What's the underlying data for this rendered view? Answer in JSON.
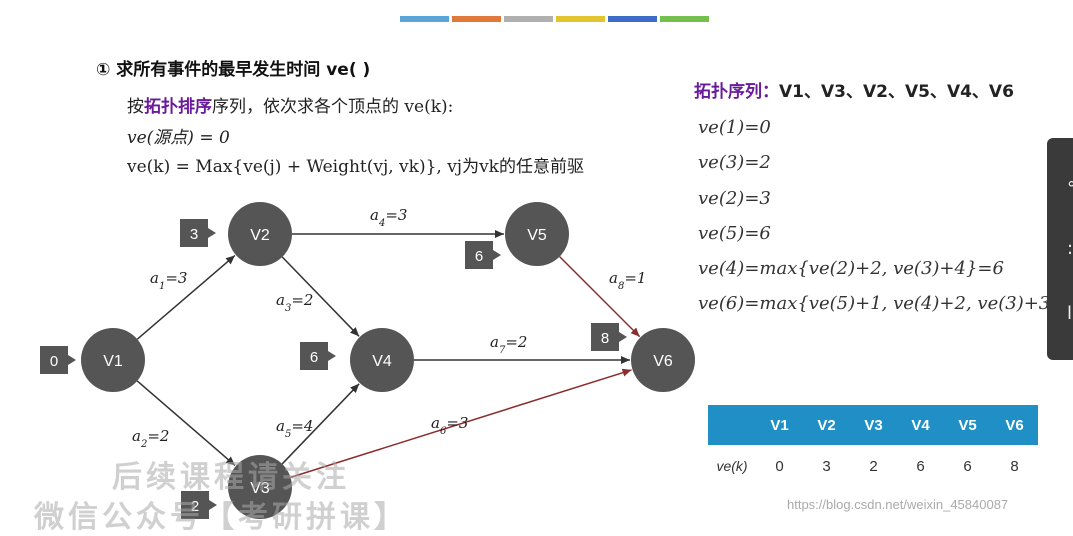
{
  "topbar_colors": [
    "#5ba4d8",
    "#e07a3a",
    "#b0b0b0",
    "#e2c42e",
    "#3d6bc7",
    "#74c04c"
  ],
  "heading": "① 求所有事件的最早发生时间 ve( )",
  "intro": {
    "prefix": "按",
    "highlight": "拓扑排序",
    "suffix": "序列，依次求各个顶点的 ve(k):"
  },
  "formula_source": "ve(源点) = 0",
  "formula_general": "ve(k) = Max{ve(j) + Weight(vj, vk)},    vj为vk的任意前驱",
  "graph": {
    "nodes": [
      {
        "id": "V1",
        "ve": "0"
      },
      {
        "id": "V2",
        "ve": "3"
      },
      {
        "id": "V3",
        "ve": "2"
      },
      {
        "id": "V4",
        "ve": "6"
      },
      {
        "id": "V5",
        "ve": "6"
      },
      {
        "id": "V6",
        "ve": "8"
      }
    ],
    "edges": [
      {
        "from": "V1",
        "to": "V2",
        "label": "a1=3"
      },
      {
        "from": "V1",
        "to": "V3",
        "label": "a2=2"
      },
      {
        "from": "V2",
        "to": "V4",
        "label": "a3=2"
      },
      {
        "from": "V2",
        "to": "V5",
        "label": "a4=3"
      },
      {
        "from": "V3",
        "to": "V4",
        "label": "a5=4"
      },
      {
        "from": "V3",
        "to": "V6",
        "label": "a6=3"
      },
      {
        "from": "V4",
        "to": "V6",
        "label": "a7=2"
      },
      {
        "from": "V5",
        "to": "V6",
        "label": "a8=1"
      }
    ]
  },
  "topo": {
    "label": "拓扑序列：",
    "sequence": "V1、V3、V2、V5、V4、V6"
  },
  "ve_steps": [
    "ve(1)=0",
    "ve(3)=2",
    "ve(2)=3",
    "ve(5)=6",
    "ve(4)=max{ve(2)+2, ve(3)+4}=6",
    "ve(6)=max{ve(5)+1, ve(4)+2, ve(3)+3}"
  ],
  "table": {
    "headers": [
      "V1",
      "V2",
      "V3",
      "V4",
      "V5",
      "V6"
    ],
    "row_label": "ve(k)",
    "values": [
      "0",
      "3",
      "2",
      "6",
      "6",
      "8"
    ]
  },
  "watermark": {
    "line1": "后续课程请关注",
    "line2": "微信公众号【考研拼课】"
  },
  "url": "https://blog.csdn.net/weixin_45840087",
  "colors": {
    "node_fill": "#555555",
    "table_header": "#1f8fc6",
    "highlight": "#6a1b9a",
    "red_edge": "#8b2d2d"
  }
}
